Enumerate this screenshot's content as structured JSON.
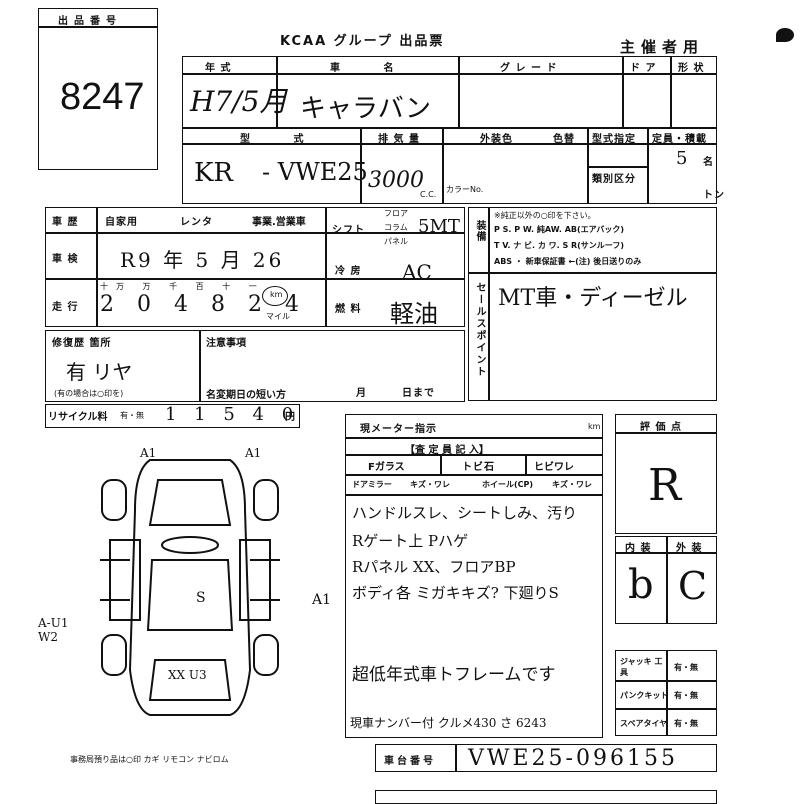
{
  "lot": {
    "label": "出品番号",
    "number": "8247"
  },
  "header": {
    "title": "KCAA グループ 出品票",
    "organizer": "主催者用"
  },
  "row1": {
    "year_label": "年 式",
    "name_label": "車 名",
    "grade_label": "グ レ ー ド",
    "door_label": "ド ア",
    "shape_label": "形 状",
    "year_value": "H7/5月",
    "name_value": "キャラバン"
  },
  "row2": {
    "type_label": "型 式",
    "displacement_label": "排 気 量",
    "color_label": "外装色",
    "color_change_label": "色替",
    "designation_label": "型式指定",
    "capacity_label": "定員・積載",
    "category_label": "類別区分",
    "cc_label": "C.C.",
    "color_no_label": "カラーNo.",
    "type_value_1": "KR",
    "type_value_2": "- VWE25",
    "displacement_value": "3000",
    "capacity_value": "5",
    "capacity_unit": "名",
    "ton_unit": "トン"
  },
  "history": {
    "label": "車 歴",
    "private": "自家用",
    "rental": "レンタ",
    "business": "事業.営業車",
    "inspection_label": "車 検",
    "inspection_value": "R9 年 5 月 26",
    "mileage_label": "走 行",
    "mileage_value": "2 0 4 8 2 4",
    "mileage_units": "十万 万 千 百 十 一",
    "km_label": "km",
    "mile_label": "マイル"
  },
  "shift": {
    "label": "シフト",
    "floor": "フロア",
    "column": "コラム",
    "panel": "パネル",
    "value": "5MT"
  },
  "ac": {
    "label": "冷 房",
    "value": "AC"
  },
  "fuel": {
    "label": "燃 料",
    "value": "軽油"
  },
  "equipment": {
    "label": "装備",
    "note": "※純正以外の○印を下さい。",
    "line1": "P S. P W. 純AW. AB(エアバック)",
    "line2": "T V. ナ ビ. カ ワ. S R(サンルーフ)",
    "line3": "ABS ・ 新車保証書 ←(注) 後日送りのみ"
  },
  "selling_points": {
    "label": "セールスポイント",
    "value": "MT車・ディーゼル"
  },
  "repair": {
    "label": "修復歴 箇所",
    "value": "有 リヤ",
    "note": "(有の場合は○印を)"
  },
  "notes": {
    "label": "注意事項",
    "deadline_label": "名変期日の短い方",
    "month": "月",
    "day": "日まで"
  },
  "recycle": {
    "label": "リサイクル料",
    "flag": "有・無",
    "value": "1 1 5 4 0",
    "yen": "円"
  },
  "meter": {
    "label": "現メーター指示",
    "unit": "km"
  },
  "inspector": {
    "label": "【査 定 員 記 入】",
    "f_glass": "Fガラス",
    "chip": "トビ石",
    "crack": "ヒビワレ",
    "door_mirror": "ドアミラー",
    "mirror_opt": "キズ・ワレ",
    "wheel": "ホイール(CP)",
    "wheel_opt": "キズ・ワレ",
    "comment1": "ハンドルスレ、シートしみ、汚り",
    "comment2": "Rゲート上 Pハゲ",
    "comment3": "Rパネル XX、フロアBP",
    "comment4": "ボディ各 ミガキキズ? 下廻りS",
    "comment5": "超低年式車トフレームです",
    "comment6": "現車ナンバー付 クルメ430 さ 6243"
  },
  "diagram": {
    "a1_left": "A1",
    "a1_right": "A1",
    "a1_side": "A1",
    "s_mark": "S",
    "left_marks": "A-U1 W2",
    "rear_marks": "XX U3"
  },
  "evaluation": {
    "label": "評 価 点",
    "value": "R",
    "interior_label": "内 装",
    "exterior_label": "外 装",
    "interior_value": "b",
    "exterior_value": "C"
  },
  "kit": {
    "jack_label": "ジャッキ 工具",
    "puncture_label": "パンクキット",
    "spare_label": "スペアタイヤ",
    "option": "有・無"
  },
  "chassis": {
    "label": "車台番号",
    "value": "VWE25-096155"
  },
  "office": {
    "text": "事務局預り品は○印 カギ リモコン ナビロム"
  }
}
